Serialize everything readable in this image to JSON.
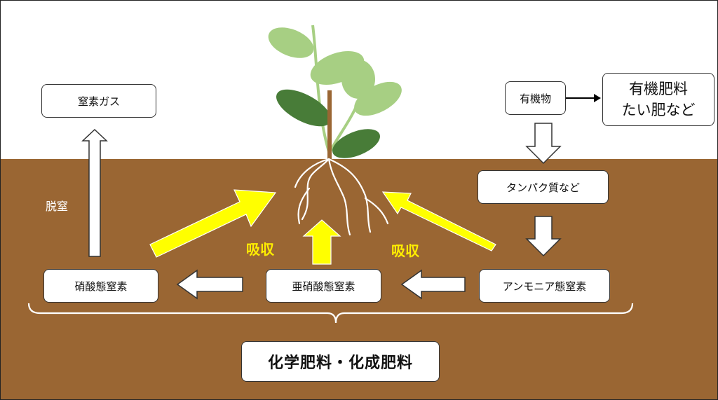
{
  "nodes": {
    "nitrogen_gas": "窒素ガス",
    "organic_matter": "有機物",
    "organic_fertilizer": {
      "line1": "有機肥料",
      "line2": "たい肥など"
    },
    "protein": "タンパク質など",
    "nitrate": "硝酸態窒素",
    "nitrite": "亜硝酸態窒素",
    "ammonium": "アンモニア態窒素",
    "chemical_fertilizer": "化学肥料・化成肥料"
  },
  "labels": {
    "denitrification": "脱窒",
    "absorption_left": "吸収",
    "absorption_right": "吸収"
  },
  "colors": {
    "sky": "#ffffff",
    "soil": "#9a6633",
    "absorption_arrow": "#ffff00",
    "leaf_light": "#a7cf83",
    "leaf_dark": "#487c38"
  }
}
